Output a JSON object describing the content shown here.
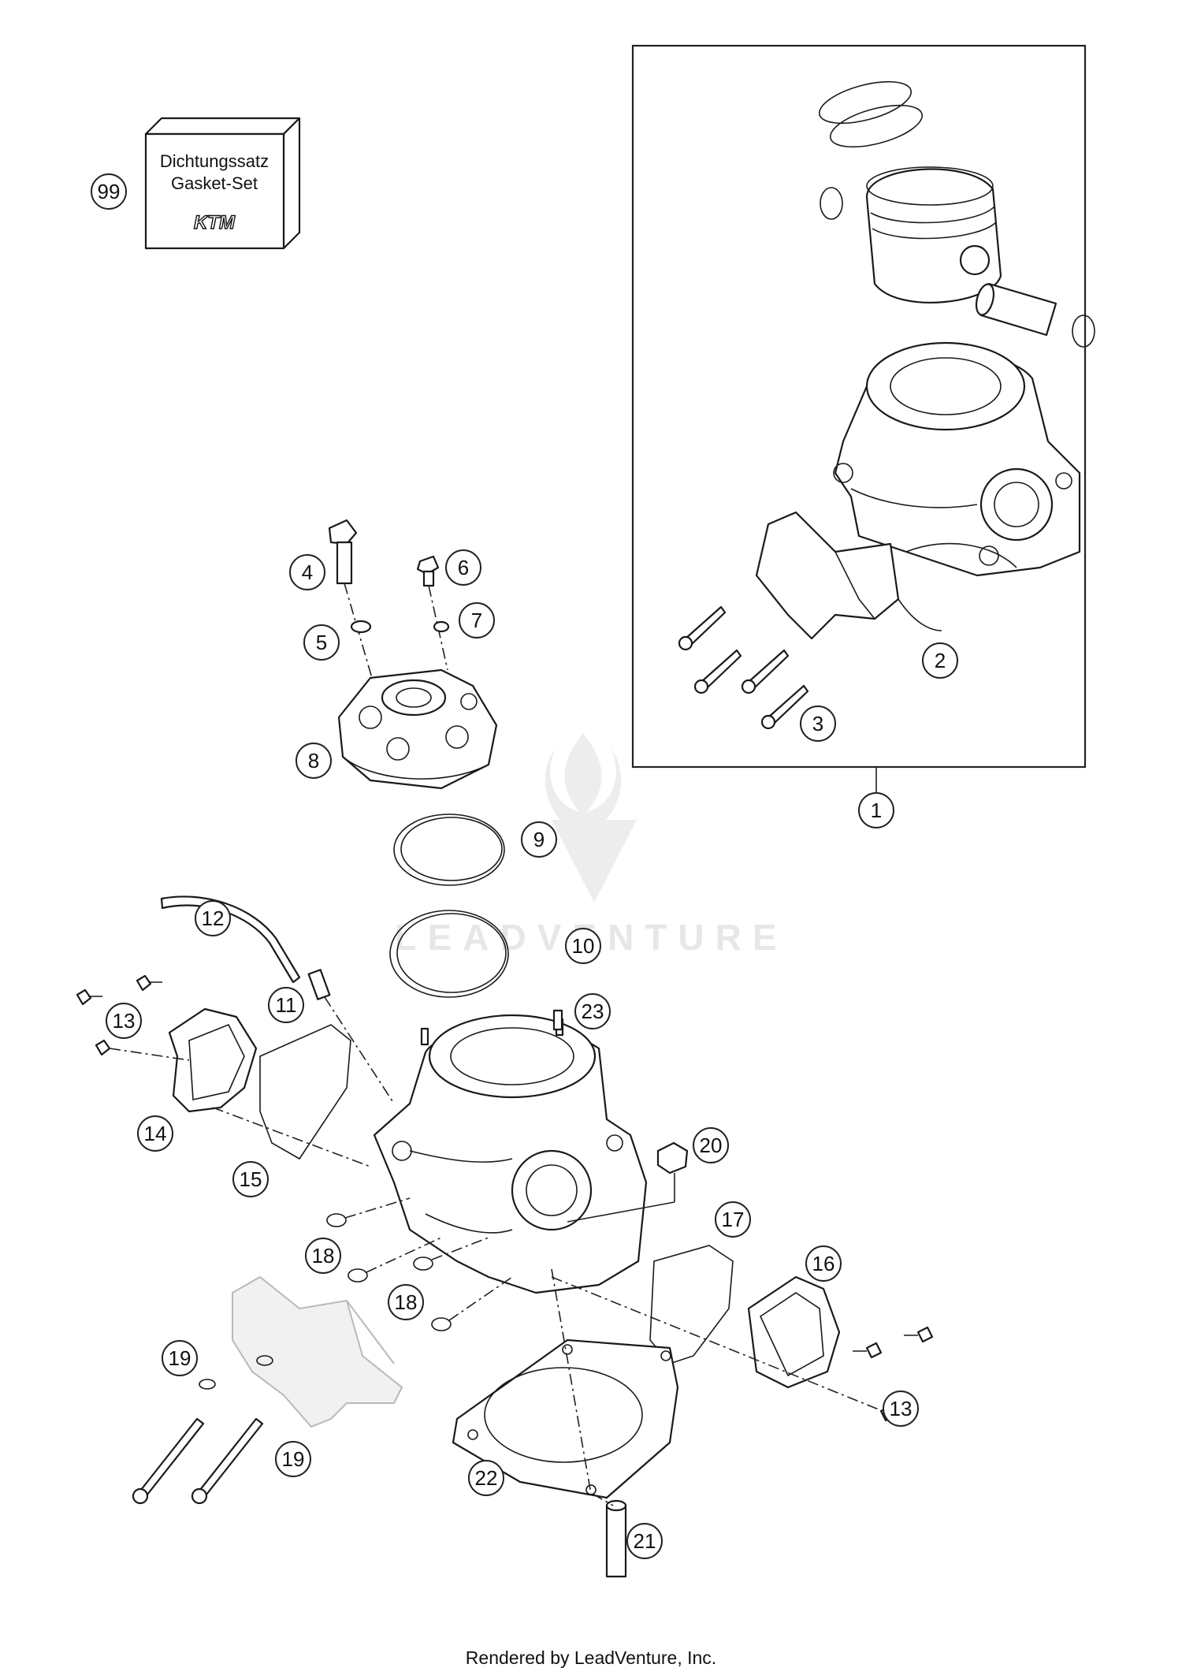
{
  "gasket_set": {
    "line1": "Dichtungssatz",
    "line2": "Gasket-Set",
    "logo": "KTM"
  },
  "watermark": "LEADVENTURE",
  "callouts": [
    "99",
    "1",
    "2",
    "3",
    "4",
    "5",
    "6",
    "7",
    "8",
    "9",
    "10",
    "11",
    "12",
    "13",
    "14",
    "15",
    "16",
    "17",
    "18",
    "19",
    "20",
    "21",
    "22",
    "23"
  ],
  "footer": "Rendered by LeadVenture, Inc."
}
